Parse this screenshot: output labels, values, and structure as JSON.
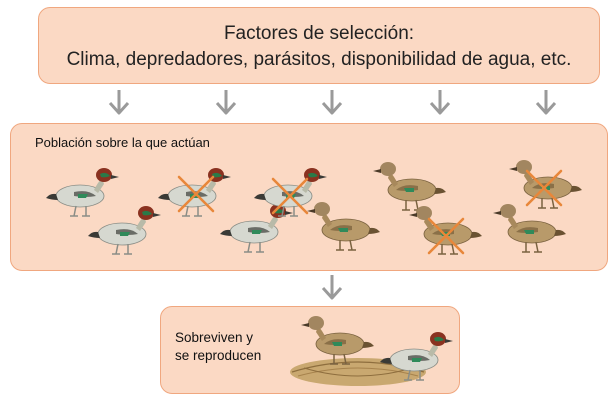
{
  "factors": {
    "line1": "Factores de selección:",
    "line2": "Clima, depredadores, parásitos, disponibilidad de agua, etc."
  },
  "population": {
    "label": "Población sobre la que actúan"
  },
  "survivors": {
    "line1": "Sobreviven y",
    "line2": "se reproducen"
  },
  "colors": {
    "box_fill": "#fbd9c4",
    "box_border": "#f0a77f",
    "arrow": "#9a9a9a",
    "cross": "#e8873a"
  },
  "icons": [
    "down-arrow-icon",
    "male-duck-icon",
    "female-duck-icon",
    "cross-icon",
    "nest-icon"
  ]
}
